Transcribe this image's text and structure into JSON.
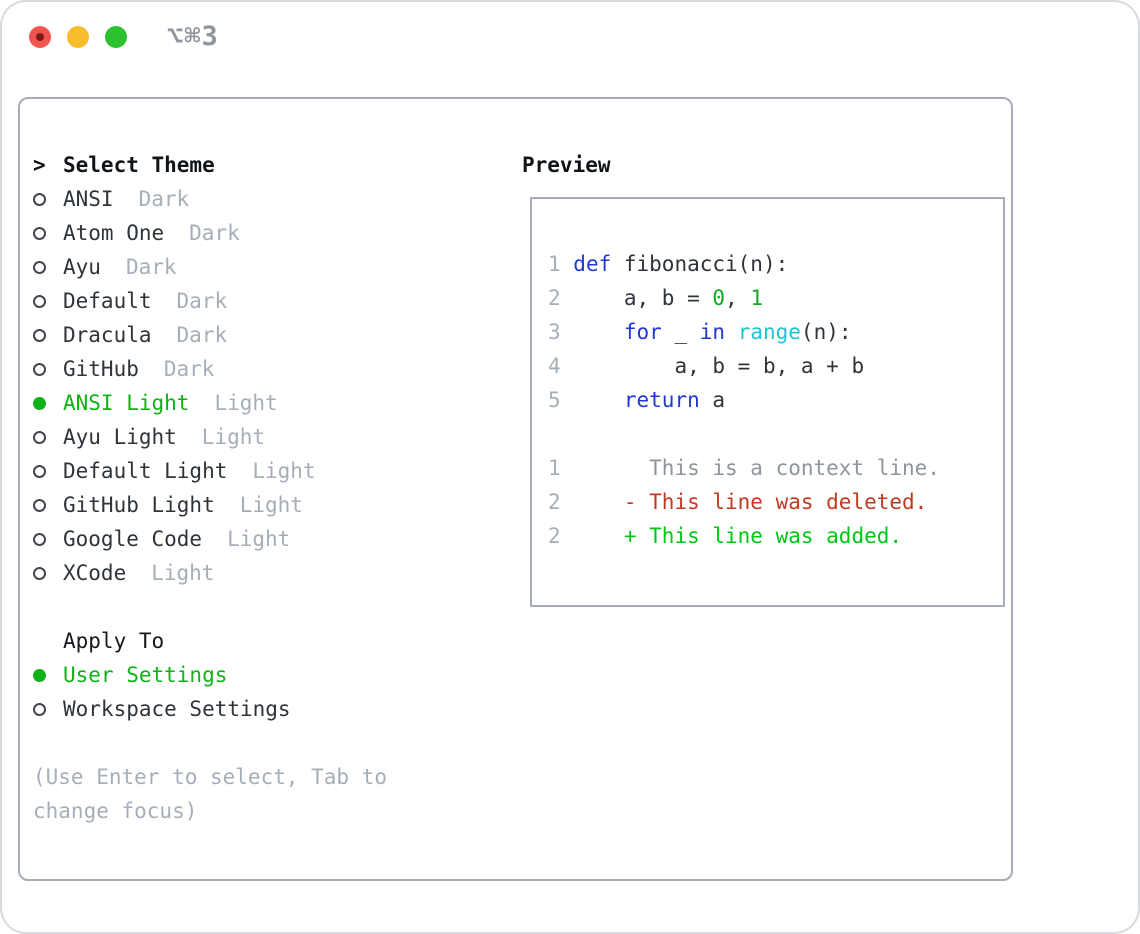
{
  "colors": {
    "text": "#2f343a",
    "muted": "#a6aeb8",
    "border": "#a6adb7",
    "green": "#0fb217",
    "kw": "#2238d2",
    "lit": "#14a81e",
    "bi": "#1fc3d2",
    "del": "#c23a20",
    "add": "#00c716",
    "ctx": "#8f959d",
    "lineno": "#a6aeb8",
    "title": "#8f959c",
    "light-red": "#f05550",
    "light-red-dot": "#7c1a13",
    "light-yellow": "#f8bd2d",
    "light-green": "#2ec12e"
  },
  "titlebar": {
    "title": "⌥⌘3"
  },
  "theme_panel": {
    "header": {
      "marker": ">",
      "label": "Select Theme"
    },
    "themes": [
      {
        "name": "ANSI",
        "variant": "Dark",
        "selected": false
      },
      {
        "name": "Atom One",
        "variant": "Dark",
        "selected": false
      },
      {
        "name": "Ayu",
        "variant": "Dark",
        "selected": false
      },
      {
        "name": "Default",
        "variant": "Dark",
        "selected": false
      },
      {
        "name": "Dracula",
        "variant": "Dark",
        "selected": false
      },
      {
        "name": "GitHub",
        "variant": "Dark",
        "selected": false
      },
      {
        "name": "ANSI Light",
        "variant": "Light",
        "selected": true
      },
      {
        "name": "Ayu Light",
        "variant": "Light",
        "selected": false
      },
      {
        "name": "Default Light",
        "variant": "Light",
        "selected": false
      },
      {
        "name": "GitHub Light",
        "variant": "Light",
        "selected": false
      },
      {
        "name": "Google Code",
        "variant": "Light",
        "selected": false
      },
      {
        "name": "XCode",
        "variant": "Light",
        "selected": false
      }
    ],
    "apply_to": {
      "label": "Apply To",
      "options": [
        {
          "name": "User Settings",
          "selected": true
        },
        {
          "name": "Workspace Settings",
          "selected": false
        }
      ]
    },
    "hint_lines": [
      "(Use Enter to select, Tab to",
      "change focus)"
    ]
  },
  "preview": {
    "label": "Preview",
    "code_lines": [
      {
        "num": "1",
        "segments": [
          {
            "style": "kw",
            "text": "def"
          },
          {
            "style": "fg",
            "text": " fibonacci(n):"
          }
        ]
      },
      {
        "num": "2",
        "segments": [
          {
            "style": "fg",
            "text": "    a, b = "
          },
          {
            "style": "lit",
            "text": "0"
          },
          {
            "style": "fg",
            "text": ", "
          },
          {
            "style": "lit",
            "text": "1"
          }
        ]
      },
      {
        "num": "3",
        "segments": [
          {
            "style": "fg",
            "text": "    "
          },
          {
            "style": "kw",
            "text": "for"
          },
          {
            "style": "fg",
            "text": " _ "
          },
          {
            "style": "kw",
            "text": "in"
          },
          {
            "style": "fg",
            "text": " "
          },
          {
            "style": "bi",
            "text": "range"
          },
          {
            "style": "fg",
            "text": "(n):"
          }
        ]
      },
      {
        "num": "4",
        "segments": [
          {
            "style": "fg",
            "text": "        a, b = b, a + b"
          }
        ]
      },
      {
        "num": "5",
        "segments": [
          {
            "style": "fg",
            "text": "    "
          },
          {
            "style": "kw",
            "text": "return"
          },
          {
            "style": "fg",
            "text": " a"
          }
        ]
      }
    ],
    "diff_lines": [
      {
        "num": "1",
        "segments": [
          {
            "style": "ctx",
            "text": "      This is a context line."
          }
        ]
      },
      {
        "num": "2",
        "segments": [
          {
            "style": "fg",
            "text": "    "
          },
          {
            "style": "del",
            "text": "- This line was deleted."
          }
        ]
      },
      {
        "num": "2",
        "segments": [
          {
            "style": "fg",
            "text": "    "
          },
          {
            "style": "add",
            "text": "+ This line was added."
          }
        ]
      }
    ]
  }
}
